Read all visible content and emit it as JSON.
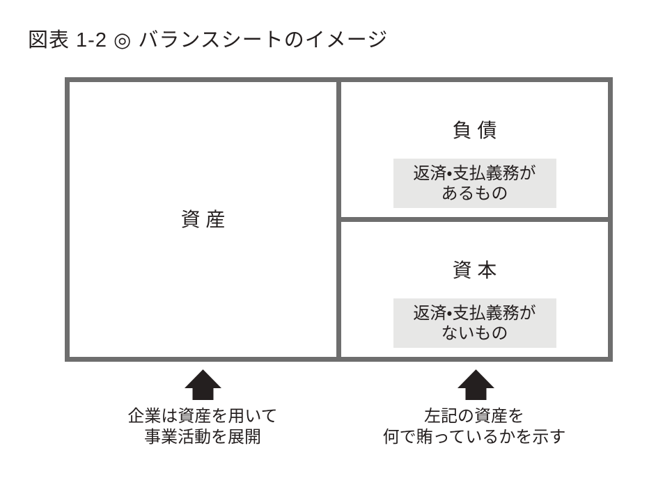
{
  "title": "図表 1-2 ◎ バランスシートのイメージ",
  "diagram": {
    "assets": {
      "label": "資 産"
    },
    "liabilities": {
      "label": "負 債",
      "note_lines": [
        "返済・支払義務が",
        "あるもの"
      ]
    },
    "capital": {
      "label": "資 本",
      "note_lines": [
        "返済・支払義務が",
        "ないもの"
      ]
    }
  },
  "captions": {
    "left": [
      "企業は資産を用いて",
      "事業活動を展開"
    ],
    "right": [
      "左記の資産を",
      "何で賄っているかを示す"
    ]
  },
  "colors": {
    "ink": "#241f1f",
    "border": "#6e6e6e",
    "note-bg": "#e7e7e6",
    "bg": "#ffffff"
  }
}
